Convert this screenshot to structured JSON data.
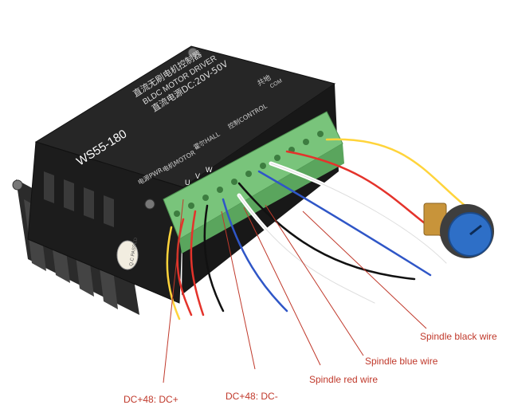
{
  "photo": {
    "top_print_lines": [
      "直流无刷电机控制器",
      "BLDC MOTOR DRIVER",
      "直流电源DC:20V-50V"
    ],
    "model_label": "WS55-180",
    "top_right_labels": [
      "共地",
      "COM"
    ],
    "front_labels": [
      "电源PWR",
      "电机MOTOR",
      "霍尔HALL",
      "控制CONTROL"
    ],
    "motor_pin_labels": [
      "U",
      "V",
      "W"
    ],
    "qc_sticker_text": "Q.C PASSED",
    "colors": {
      "driver_body": "#1f1f1f",
      "heatsink": "#2b2b2b",
      "terminal_block": "#79c47b",
      "potentiometer_knob": "#2e6fc7",
      "callout": "#c0392b"
    }
  },
  "callouts": {
    "black_wire": "Spindle black wire",
    "blue_wire": "Spindle blue wire",
    "red_wire": "Spindle red wire",
    "dc_plus": "DC+48: DC+",
    "dc_minus": "DC+48: DC-"
  }
}
